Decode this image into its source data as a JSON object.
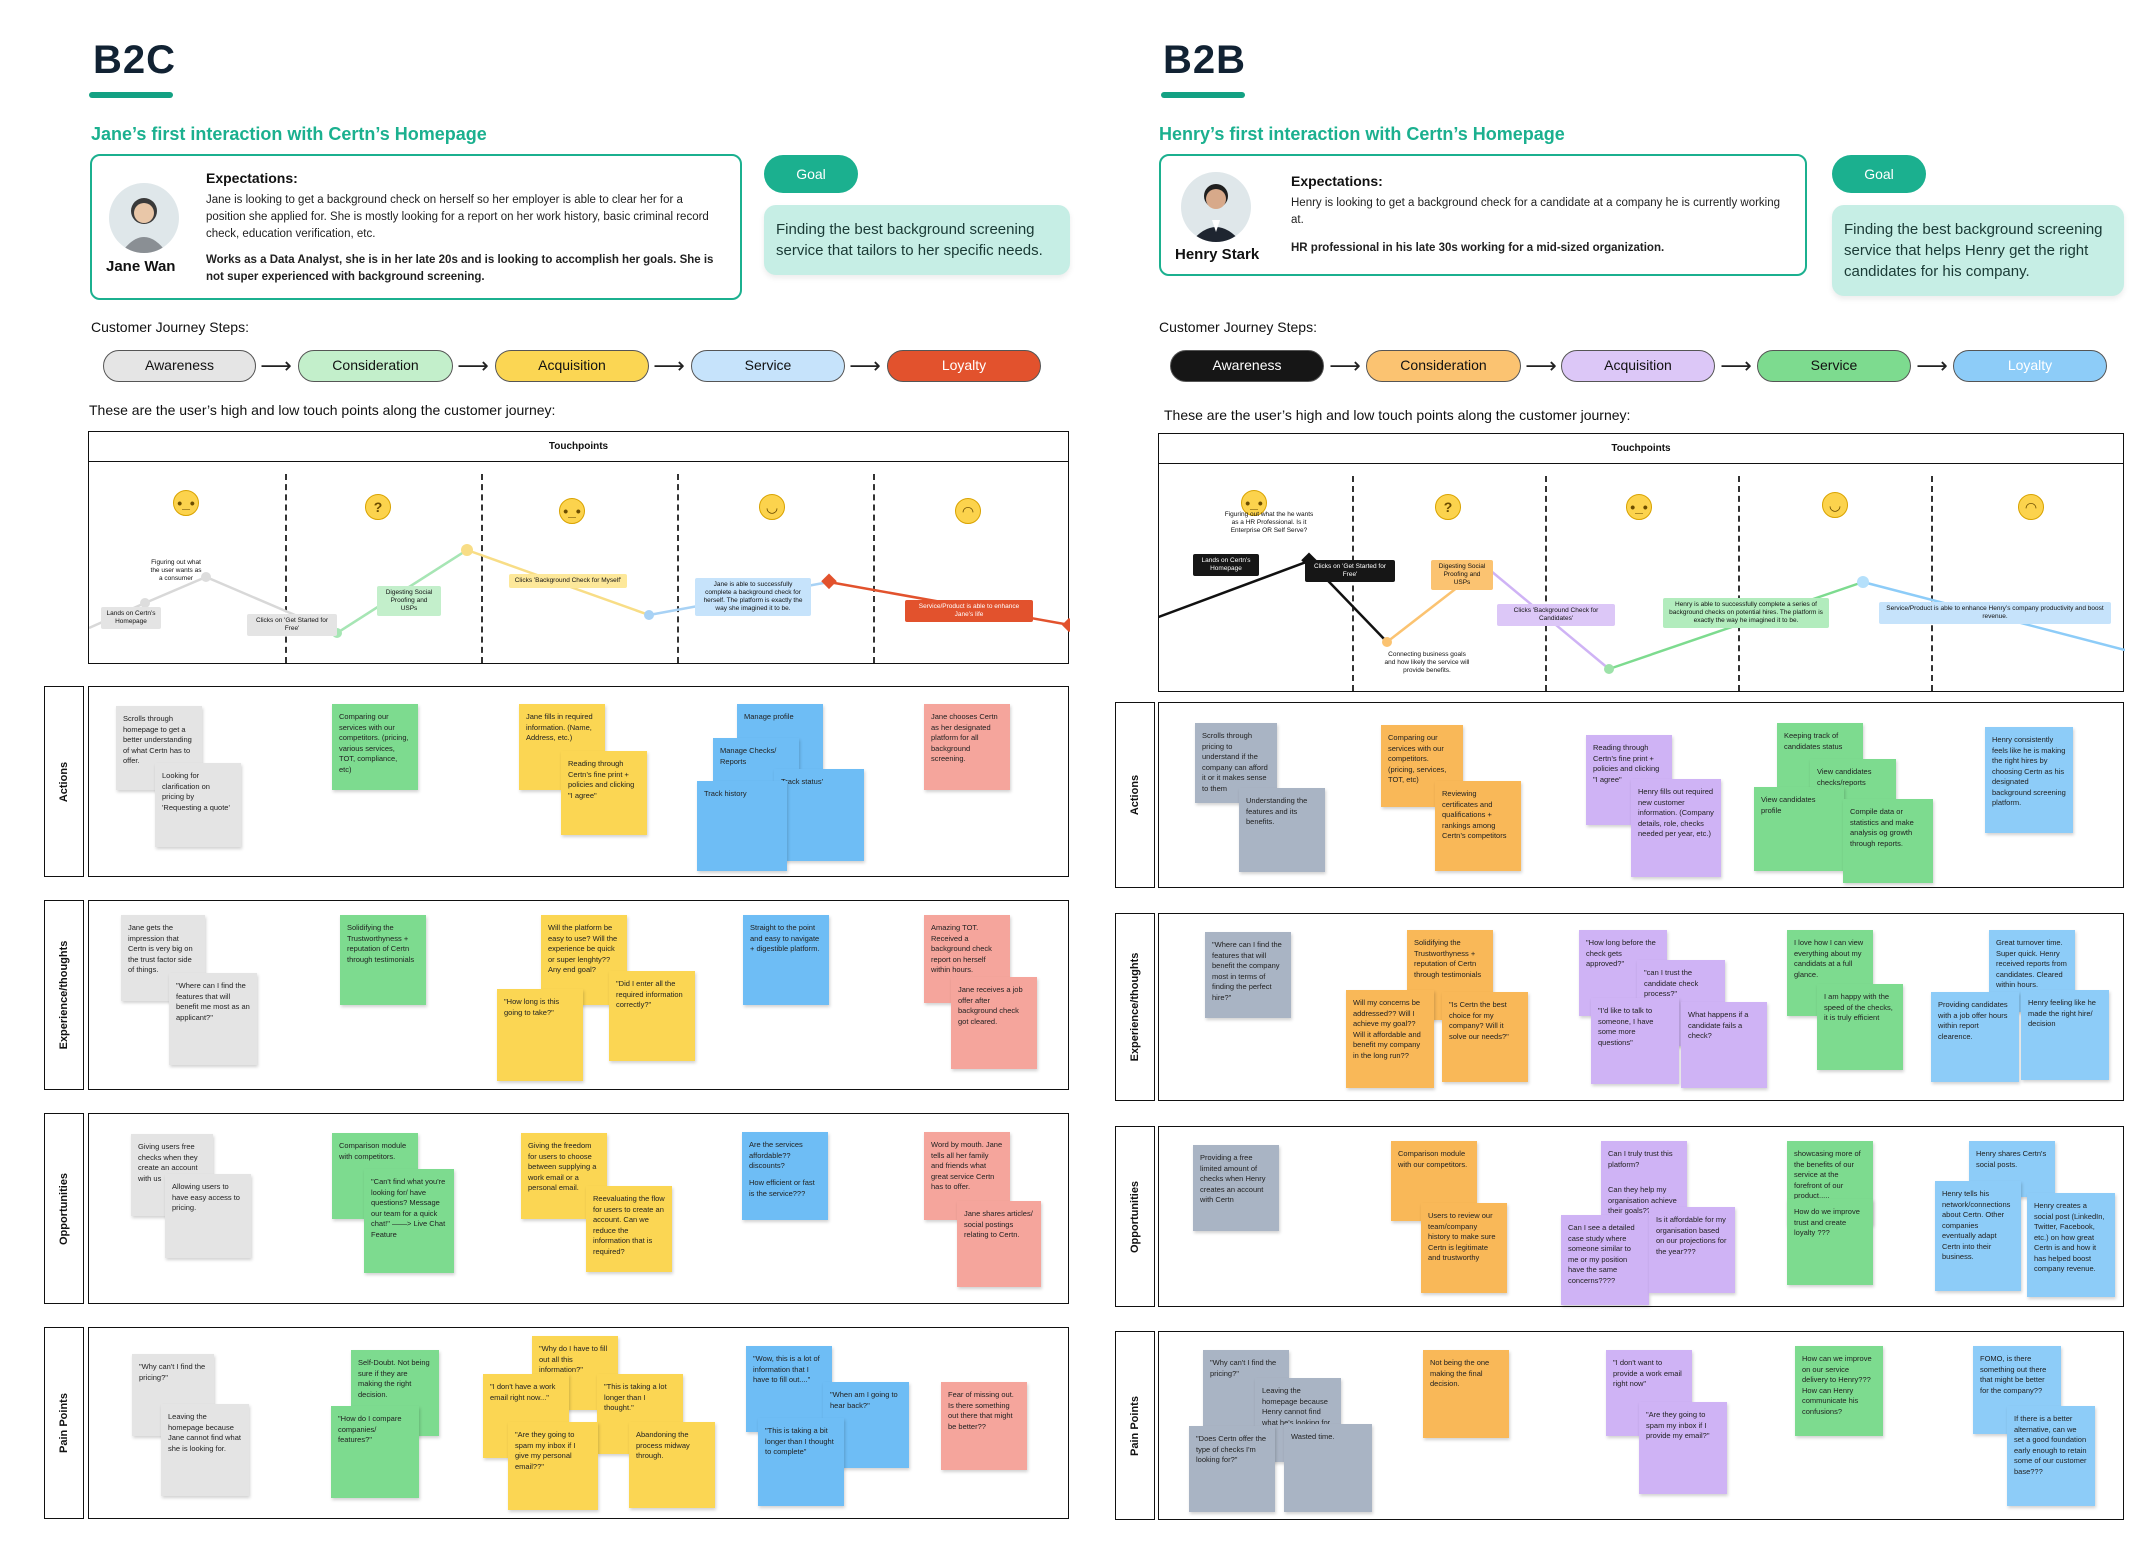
{
  "b2c": {
    "title": "B2C",
    "subtitle": "Jane’s first interaction with Certn’s Homepage",
    "persona": {
      "name": "Jane Wan",
      "exp_heading": "Expectations:",
      "exp_text": "Jane is looking to get a background check on herself so her employer is able to clear her for a position she applied for. She is mostly looking for a report on her work history, basic criminal record check, education verification, etc.",
      "exp_bold": "Works as a Data Analyst, she is in her late 20s and is looking to accomplish her goals. She is not super experienced with background screening."
    },
    "goal_label": "Goal",
    "goal_text": "Finding the best background screening service that tailors to her specific needs.",
    "steps_label": "Customer Journey Steps:",
    "steps": [
      "Awareness",
      "Consideration",
      "Acquisition",
      "Service",
      "Loyalty"
    ],
    "touch_note": "These are the user’s high and low touch points along the customer journey:",
    "touch_title": "Touchpoints",
    "tp_labels": [
      "Lands on Certn’s Homepage",
      "Figuring out what the user wants as a consumer",
      "Clicks on 'Get Started for Free'",
      "Digesting Social Proofing and USPs",
      "Clicks 'Background Check for Myself'",
      "Jane is able to successfully complete a background check for herself. The platform is exactly the way she imagined it to be.",
      "Service/Product is able to enhance Jane’s life"
    ],
    "rows": [
      "Actions",
      "Experience/thoughts",
      "Opportunities",
      "Pain Points"
    ],
    "actions": [
      "Scrolls through homepage to get a better understanding of what Certn has to offer.",
      "Looking for clarification on pricing by 'Requesting a quote'",
      "Comparing our services with our competitors. (pricing, various services, TOT, compliance, etc)",
      "Jane fills in required information. (Name, Address, etc.)",
      "Reading through Certn’s fine print + policies and clicking \"I agree\"",
      "Manage profile",
      "Manage Checks/ Reports",
      "Track status'",
      "Track history",
      "Jane chooses Certn as her designated platform for all background screening."
    ],
    "experience": [
      "Jane gets the impression that Certn is very big on the trust factor side of things.",
      "\"Where can I find the features that will benefit me most as an applicant?\"",
      "Solidifying the Trustworthyness + reputation of Certn through testimonials",
      "Will the platform be easy to use? Will the experience be quick or super lenghty?? Any end goal?",
      "\"How long is this going to take?\"",
      "\"Did I enter all the required information correctly?\"",
      "Straight to the point and easy to navigate + digestible platform.",
      "Amazing TOT. Received a background check report on herself within hours.",
      "Jane receives a job offer after background check got cleared."
    ],
    "opportunities": [
      "Giving users free checks when they create an account with us",
      "Allowing users to have easy access to pricing.",
      "Comparison module with competitors.",
      "\"Can't find what you're looking for/ have questions? Message our team for a quick chat!\" ——> Live Chat Feature",
      "Giving the freedom for users to choose between supplying a work email or a personal email.",
      "Reevaluating the flow for users to create an account. Can we reduce the information that is required?",
      "Are the services affordable?? discounts?",
      "How efficient or fast is the service???",
      "Word by mouth. Jane tells all her family and friends what great service Certn has to offer.",
      "Jane shares articles/ social postings relating to Certn."
    ],
    "pain": [
      "\"Why can't I find the pricing?\"",
      "Leaving the homepage because Jane cannot find what she is looking for.",
      "Self-Doubt. Not being sure if they are making the right decision.",
      "\"How do I compare companies/ features?\"",
      "\"Why do I have to fill out all this information?\"",
      "\"I don't have a work email right now...\"",
      "\"This is taking a lot longer than I thought.\"",
      "\"Are they going to spam my inbox if I give my personal email??\"",
      "Abandoning the process midway through.",
      "\"Wow, this is a lot of information that I have to fill out....\"",
      "\"When am I going to hear back?\"",
      "\"This is taking a bit longer than I thought to complete\"",
      "Fear of missing out. Is there something out there that might be better??"
    ]
  },
  "b2b": {
    "title": "B2B",
    "subtitle": "Henry’s first interaction with Certn’s Homepage",
    "persona": {
      "name": "Henry Stark",
      "exp_heading": "Expectations:",
      "exp_text": "Henry is looking to get a background check for a candidate at a company he is currently working at.",
      "exp_bold": "HR professional in his late 30s working for a mid-sized organization."
    },
    "goal_label": "Goal",
    "goal_text": "Finding the best background screening service that helps Henry get the right candidates for his company.",
    "steps_label": "Customer Journey Steps:",
    "steps": [
      "Awareness",
      "Consideration",
      "Acquisition",
      "Service",
      "Loyalty"
    ],
    "touch_note": "These are the user’s high and low touch points along the customer journey:",
    "touch_title": "Touchpoints",
    "tp_labels": [
      "Lands on Certn’s Homepage",
      "Figuring out what the he wants as a HR Professional. Is it Enterprise OR Self Serve?",
      "Clicks on 'Get Started for Free'",
      "Connecting business goals and how likely the service will provide benefits.",
      "Digesting Social Proofing and USPs",
      "Clicks 'Background Check for Candidates'",
      "Henry is able to successfully complete a series of background checks on potential hires. The platform is exactly the way he imagined it to be.",
      "Service/Product is able to enhance Henry’s company productivity and boost revenue."
    ],
    "rows": [
      "Actions",
      "Experience/thoughts",
      "Opportunities",
      "Pain Points"
    ],
    "actions": [
      "Scrolls through pricing to understand if the company can afford it or it makes sense to them",
      "Understanding the features and its benefits.",
      "Comparing our services with our competitors. (pricing, services, TOT, etc)",
      "Reviewing certificates and qualifications + rankings among Certn’s competitors",
      "Reading through Certn’s fine print + policies and clicking \"I agree\"",
      "Henry fills out required new customer information. (Company details, role, checks needed per year, etc.)",
      "Keeping track of candidates status",
      "View candidates checks/reports",
      "View candidates profile",
      "Compile data or statistics and make analysis og growth through reports.",
      "Henry consistently feels like he is making the right hires by choosing Certn as his designated background screening platform."
    ],
    "experience": [
      "\"Where can I find the features that will benefit the company most in terms of finding the perfect hire?\"",
      "Solidifying the Trustworthyness + reputation of Certn through testimonials",
      "Will my concerns be addressed?? Will I achieve my goal?? Will it affordable and benefit my company in the long run??",
      "\"Is Certn the best choice for my company? Will it solve our needs?\"",
      "\"How long before the check gets approved?\"",
      "\"can I trust the candidate check process?\"",
      "\"I'd like to talk to someone, I have some more questions\"",
      "What happens if a candidate fails a check?",
      "I love how I can view everything about my candidats at a full glance.",
      "I am happy with the speed of the checks, it is truly efficient",
      "Great turnover time. Super quick. Henry received reports from candidates. Cleared within hours.",
      "Providing candidates with a job offer hours within report clearence.",
      "Henry feeling like he made the right hire/ decision"
    ],
    "opportunities": [
      "Providing a free limited amount of checks when Henry creates an account with Certn",
      "Comparison module with our competitors.",
      "Users to review our team/company history to make sure Certn is legitimate and trustworthy",
      "Can I truly trust this platform?",
      "Can they help my organisation achieve their goals??",
      "Can I see a detailed case study where someone similar to me or my position have the same concerns????",
      "Is it affordable for my organisation based on our projections for the year???",
      "showcasing more of the benefits of our service at the forefront of our product.....",
      "How do we improve trust and create loyalty ???",
      "Henry shares Certn's social posts.",
      "Henry tells his network/connections about Certn. Other companies eventually adapt Certn into their business.",
      "Henry creates a social post (LinkedIn, Twitter, Facebook, etc.) on how great Certn is and how it has helped boost company revenue."
    ],
    "pain": [
      "\"Why can't I find the pricing?\"",
      "Leaving the homepage because Henry cannot find what he's looking for",
      "\"Does Certn offer the type of checks I'm looking for?\"",
      "Wasted time.",
      "Not being the one making the final decision.",
      "\"I don't want to provide a work email right now\"",
      "\"Are they going to spam my inbox if I provide my email?\"",
      "How can we improve on our service delivery to Henry??? How can Henry communicate his confusions?",
      "FOMO, is there something out there that might be better for the company??",
      "If there is a better alternative, can we set a good foundation early enough to retain some of our customer base???"
    ]
  }
}
